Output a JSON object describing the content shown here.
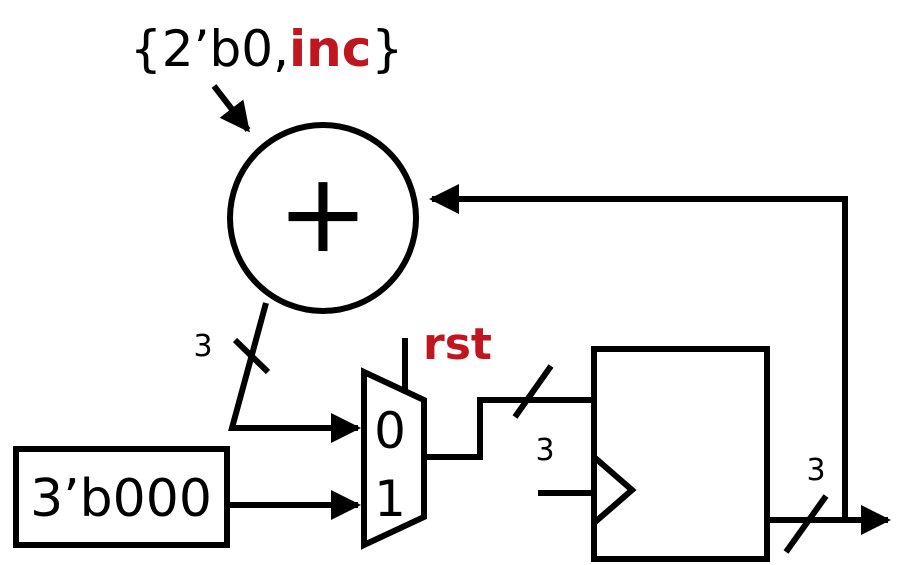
{
  "adder_input": {
    "prefix": "{2’b0,",
    "signal": "inc",
    "suffix": "}"
  },
  "adder_symbol": "+",
  "rst_label": "rst",
  "constant_label": "3’b000",
  "mux_inputs": {
    "zero": "0",
    "one": "1"
  },
  "bus_widths": {
    "adder_out": "3",
    "mux_out": "3",
    "reg_out": "3"
  },
  "colors": {
    "signal_red": "#c0161f",
    "line": "#000000",
    "background": "#ffffff"
  }
}
